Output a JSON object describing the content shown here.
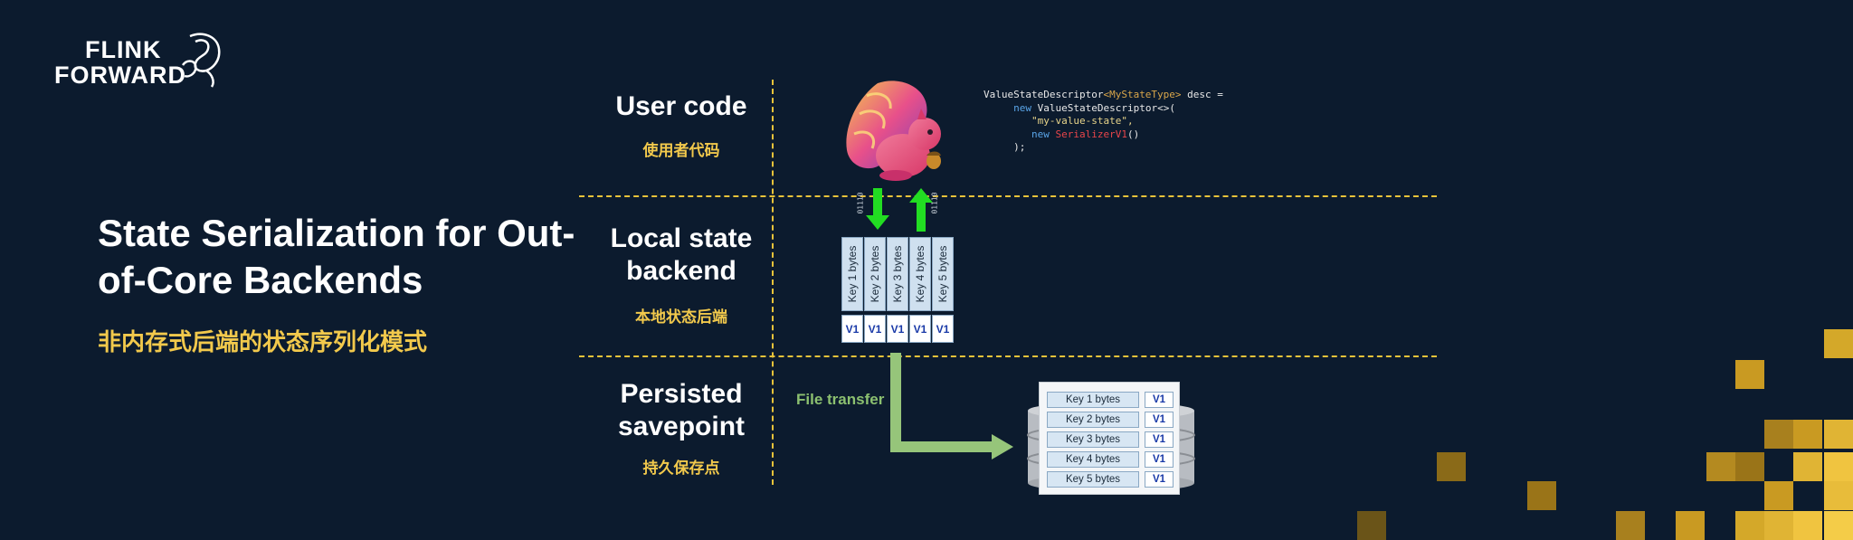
{
  "logo": {
    "line1": "FLINK",
    "line2": "FORWARD"
  },
  "slide": {
    "title": "State Serialization for Out-of-Core Backends",
    "subtitle": "非内存式后端的状态序列化模式"
  },
  "rows": {
    "user_code": {
      "label": "User code",
      "label_cn": "使用者代码"
    },
    "local_state": {
      "label_line1": "Local state",
      "label_line2": "backend",
      "label_cn": "本地状态后端"
    },
    "persisted": {
      "label_line1": "Persisted",
      "label_line2": "savepoint",
      "label_cn": "持久保存点"
    }
  },
  "code": {
    "l1_type": "ValueStateDescriptor",
    "l1_generic": "<MyStateType>",
    "l1_rest": " desc =",
    "l2_new": "new",
    "l2_cls": " ValueStateDescriptor<>(",
    "l3_str": "\"my-value-state\",",
    "l4_new": "new",
    "l4_cls": " SerializerV1",
    "l4_paren": "()",
    "l5": ");"
  },
  "bits": {
    "left": "01110",
    "right": "01110"
  },
  "local_keys": [
    "Key 1 bytes",
    "Key 2 bytes",
    "Key 3 bytes",
    "Key 4 bytes",
    "Key 5 bytes"
  ],
  "local_values": [
    "V1",
    "V1",
    "V1",
    "V1",
    "V1"
  ],
  "file_transfer": "File transfer",
  "savepoint_rows": [
    {
      "key": "Key 1 bytes",
      "value": "V1"
    },
    {
      "key": "Key 2 bytes",
      "value": "V1"
    },
    {
      "key": "Key 3 bytes",
      "value": "V1"
    },
    {
      "key": "Key 4 bytes",
      "value": "V1"
    },
    {
      "key": "Key 5 bytes",
      "value": "V1"
    }
  ],
  "colors": {
    "background": "#0c1b2e",
    "accent": "#f2c94c",
    "arrow_green": "#22dd22",
    "file_arrow": "#96c57a"
  }
}
